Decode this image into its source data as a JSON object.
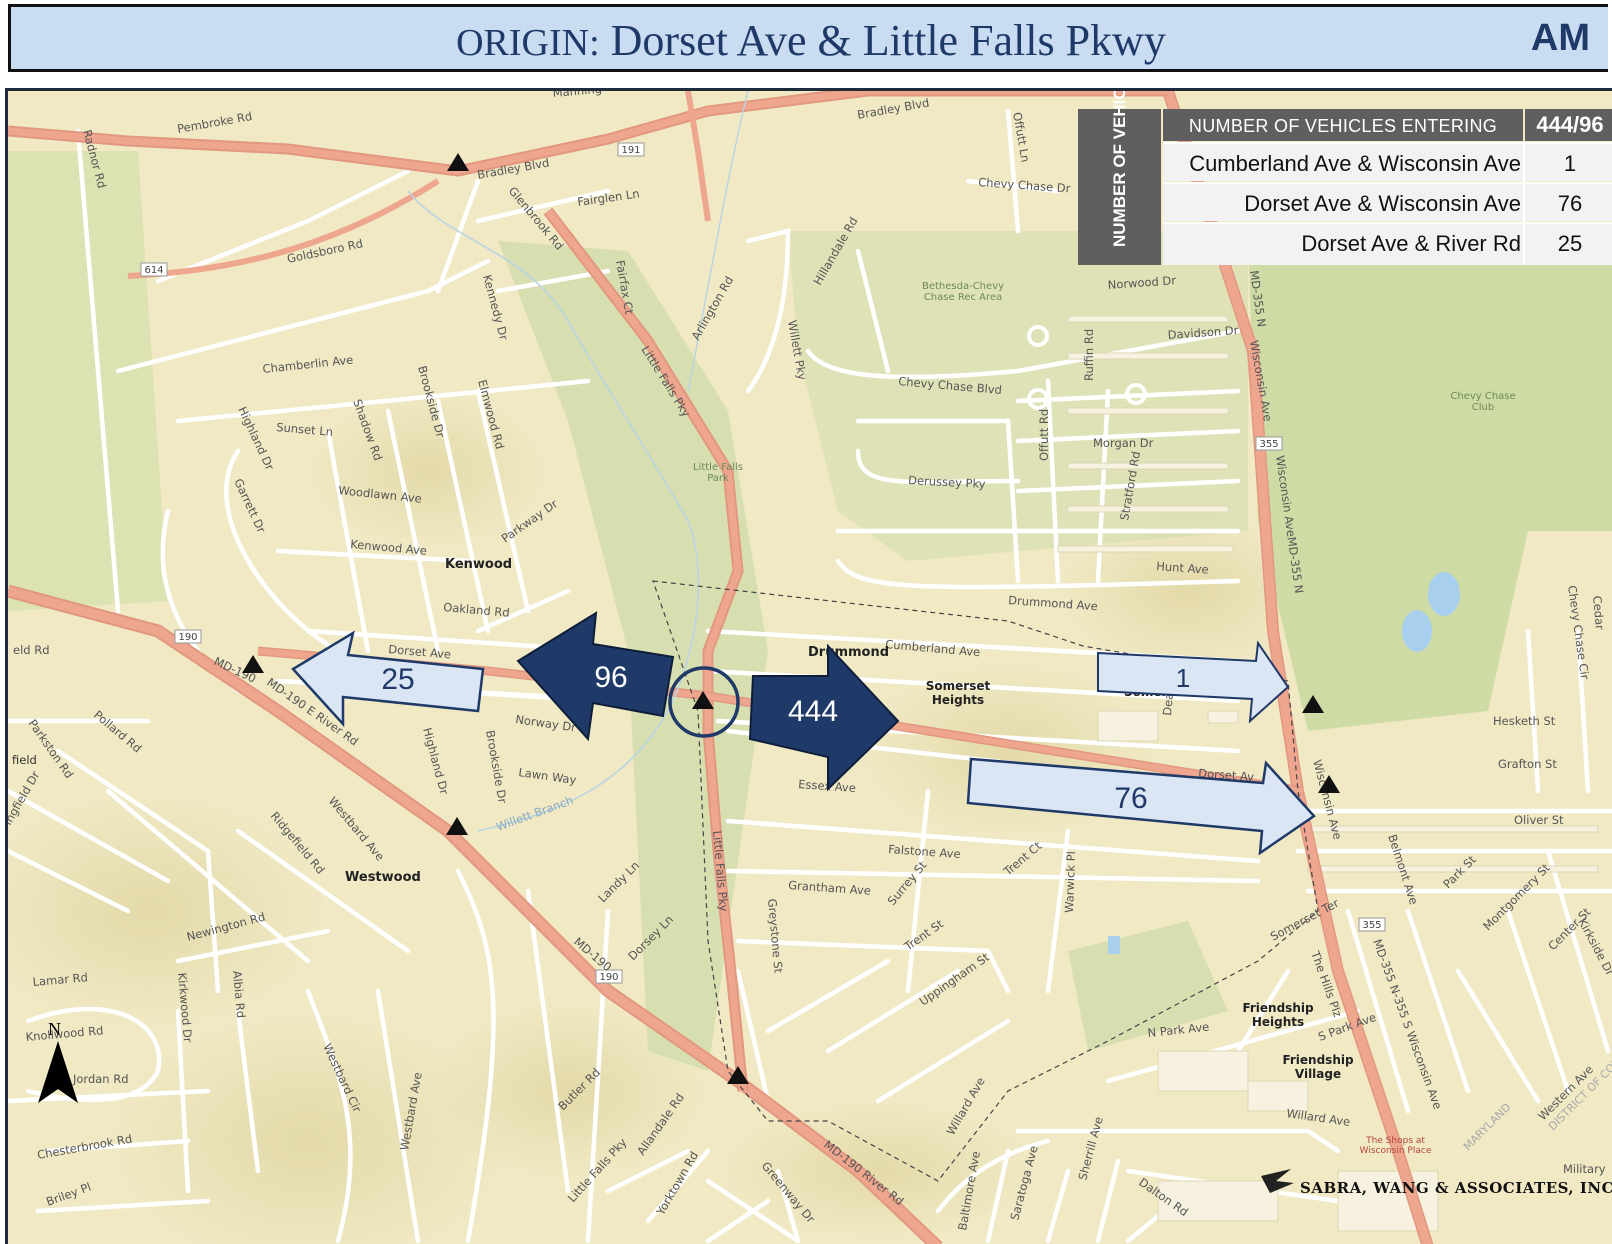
{
  "header": {
    "label": "ORIGIN:",
    "location": "Dorset Ave & Little Falls Pkwy",
    "period": "AM"
  },
  "table": {
    "entering_header": "NUMBER OF VEHICLES ENTERING",
    "total": "444/96",
    "exiting_header": "NUMBER OF VEHICLES EXITING",
    "rows": [
      {
        "name": "Cumberland Ave & Wisconsin Ave",
        "value": "1"
      },
      {
        "name": "Dorset Ave & Wisconsin Ave",
        "value": "76"
      },
      {
        "name": "Dorset Ave & River Rd",
        "value": "25"
      }
    ]
  },
  "flows": {
    "entering": "444",
    "exiting_origin": "96",
    "to_river_rd": "25",
    "to_cumberland": "1",
    "to_wisconsin": "76"
  },
  "colors": {
    "header_bg": "#c9dcf1",
    "dark_arrow": "#1f3a68",
    "light_arrow": "#dbe6f5",
    "table_header": "#5f5f5f",
    "map_land": "#f0e9c4",
    "major_road": "#eda98f",
    "park": "#d7deb0"
  },
  "map": {
    "north": "N",
    "company": "SABRA, WANG & ASSOCIATES, INC",
    "streets": {
      "bradley_blvd_1": "Bradley Blvd",
      "bradley_blvd_2": "Bradley Blvd",
      "pembroke": "Pembroke Rd",
      "radnor": "Radnor Rd",
      "glenbrook": "Glenbrook Rd",
      "fairglen": "Fairglen Ln",
      "fairfax": "Fairfax Ct",
      "goldsboro": "Goldsboro Rd",
      "kennedy": "Kennedy Dr",
      "arlington": "Arlington Rd",
      "hillandale": "Hillandale Rd",
      "offutt_ln": "Offutt Ln",
      "chevy_chase_dr": "Chevy Chase Dr",
      "norwood": "Norwood Dr",
      "davidson": "Davidson Dr",
      "chevy_chase_blvd": "Chevy Chase Blvd",
      "ruffin": "Ruffin Rd",
      "offutt_rd": "Offutt Rd",
      "morgan": "Morgan Dr",
      "derussey": "Derussey Pky",
      "stratford": "Stratford Rd",
      "willett_pky": "Willett Pky",
      "little_falls_pky_n": "Little Falls Pky",
      "chamberlin": "Chamberlin Ave",
      "brookside_n": "Brookside Dr",
      "elmwood": "Elmwood Rd",
      "shadow": "Shadow Rd",
      "sunset": "Sunset Ln",
      "highland_n": "Highland Dr",
      "woodlawn": "Woodlawn Ave",
      "garrett": "Garrett Dr",
      "kenwood_ave": "Kenwood Ave",
      "parkway_dr": "Parkway Dr",
      "oakland": "Oakland Rd",
      "hunt": "Hunt Ave",
      "drummond_ave": "Drummond Ave",
      "cumberland": "Cumberland Ave",
      "dorset_w": "Dorset Ave",
      "dorset_e": "Dorset Av",
      "norway": "Norway Dr",
      "lawn_way": "Lawn Way",
      "willett_branch": "Willett Branch",
      "essex": "Essex Ave",
      "falstone": "Falstone Ave",
      "grantham": "Grantham Ave",
      "surrey": "Surrey St",
      "trent_ct": "Trent Ct",
      "trent_st": "Trent St",
      "warwick": "Warwick Pl",
      "uppingham": "Uppingham St",
      "greystone": "Greystone St",
      "landy": "Landy Ln",
      "dorsey": "Dorsey Ln",
      "little_falls_pky_s": "Little Falls Pky",
      "little_falls_pky_sw": "Little Falls Pky",
      "deal": "Deal Pl",
      "hesketh": "Hesketh St",
      "grafton": "Grafton St",
      "oliver": "Oliver St",
      "somerset_ter": "Somerset Ter",
      "park_st": "Park St",
      "montgomery": "Montgomery St",
      "belmont": "Belmont Ave",
      "center": "Center St",
      "kirkside": "Kirkside Dr",
      "the_hills": "The Hills Plz",
      "s_park": "S Park Ave",
      "n_park": "N Park Ave",
      "willard_e": "Willard Ave",
      "willard_s": "Willard Ave",
      "western": "Western Ave",
      "river_rd": "MD-190 E River Rd",
      "md190_w": "MD-190",
      "md190_s": "MD-190",
      "md190_se": "MD-190 River Rd",
      "eld": "eld Rd",
      "parkston": "Parkston Rd",
      "pollard": "Pollard Rd",
      "field": "field",
      "ingfield": "ingfield Dr",
      "ridgefield": "Ridgefield Rd",
      "westbard_ave": "Westbard Ave",
      "highland_s": "Highland Dr",
      "brookside_s": "Brookside Dr",
      "newington": "Newington Rd",
      "albia": "Albia Rd",
      "kirkwood": "Kirkwood Dr",
      "lamar": "Lamar Rd",
      "knollwood": "Knollwood Rd",
      "jordan": "Jordan Rd",
      "westbard_cir": "Westbard Cir",
      "westbard_ave_s": "Westbard Ave",
      "chesterbrook": "Chesterbrook Rd",
      "briley": "Briley Pl",
      "butler": "Butler Rd",
      "allandale": "Allandale Rd",
      "yorktown": "Yorktown Rd",
      "greenway": "Greenway Dr",
      "baltimore": "Baltimore Ave",
      "saratoga": "Saratoga Ave",
      "sherrill": "Sherrill Ave",
      "dalton": "Dalton Rd",
      "wisconsin_n": "Wisconsin Ave",
      "wisconsin_mid": "Wisconsin AveMD-355 N",
      "md355_n": "MD-355 N",
      "md355_s": "MD-355 N-355 S Wisconsin Ave",
      "wisconsin_s": "Wisconsin Ave",
      "cedar": "Cedar",
      "chevy_chase_cir": "Chevy Chase Cir",
      "manning": "Manning"
    },
    "places": {
      "kenwood": "Kenwood",
      "westwood": "Westwood",
      "drummond": "Drummond",
      "somerset_heights": "Somerset Heights",
      "friendship_heights": "Friendship Heights",
      "friendship_village": "Friendship Village",
      "little_falls_park": "Little Falls Park",
      "rec_area": "Bethesda-Chevy Chase Rec Area",
      "chevy_chase_club": "Chevy Chase Club",
      "shops": "The Shops at Wisconsin Place",
      "military": "Military",
      "maryland": "MARYLAND",
      "dc": "DISTRICT OF COLUMBIA",
      "somerset": "Somerset"
    },
    "shields": {
      "s191": "191",
      "s614": "614",
      "s190a": "190",
      "s190b": "190",
      "s355a": "355",
      "s355b": "355"
    }
  }
}
